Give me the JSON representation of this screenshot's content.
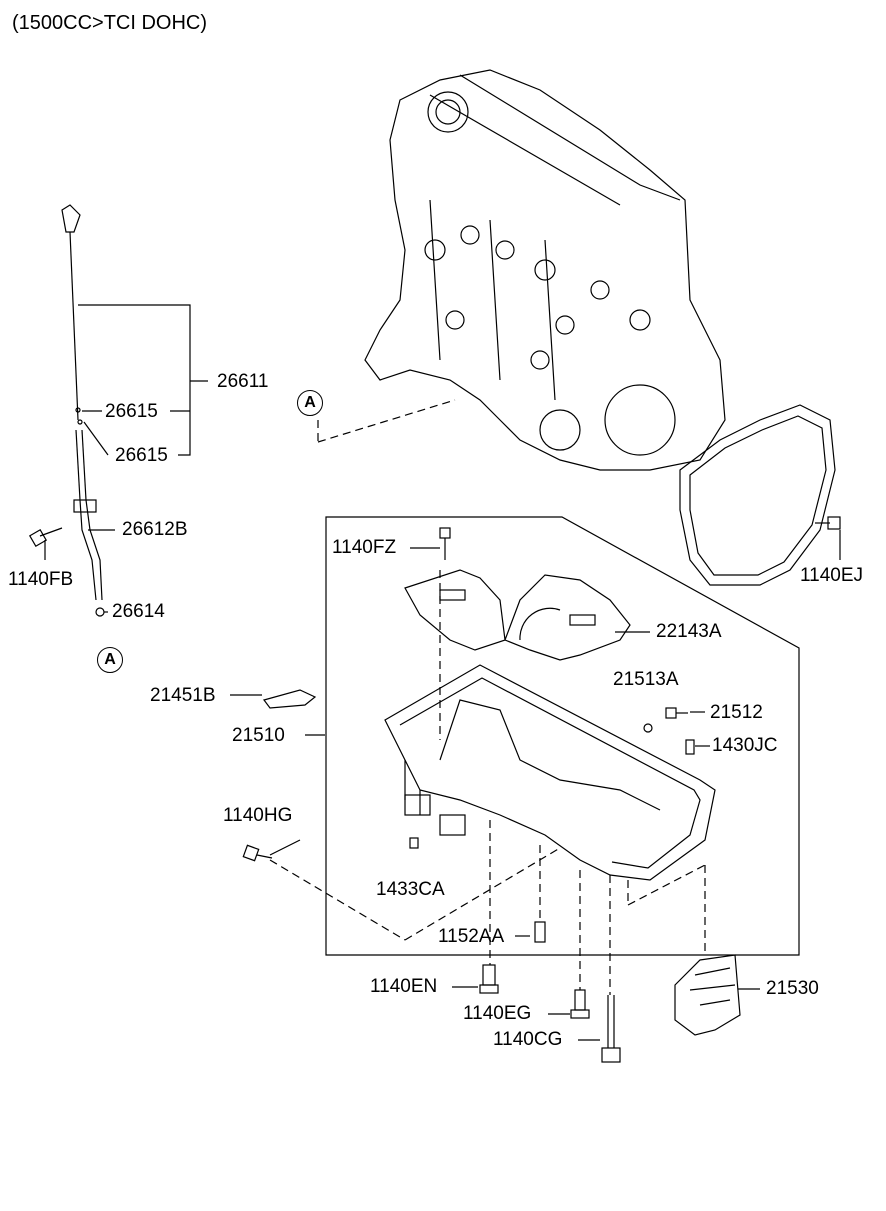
{
  "header": {
    "title": "(1500CC>TCI DOHC)"
  },
  "refs": {
    "a1": "A",
    "a2": "A"
  },
  "parts": [
    {
      "id": "26611",
      "label": "26611"
    },
    {
      "id": "26615a",
      "label": "26615"
    },
    {
      "id": "26615b",
      "label": "26615"
    },
    {
      "id": "26612B",
      "label": "26612B"
    },
    {
      "id": "1140FB",
      "label": "1140FB"
    },
    {
      "id": "26614",
      "label": "26614"
    },
    {
      "id": "21451B",
      "label": "21451B"
    },
    {
      "id": "21510",
      "label": "21510"
    },
    {
      "id": "1140FZ",
      "label": "1140FZ"
    },
    {
      "id": "22143A",
      "label": "22143A"
    },
    {
      "id": "21513A",
      "label": "21513A"
    },
    {
      "id": "21512",
      "label": "21512"
    },
    {
      "id": "1430JC",
      "label": "1430JC"
    },
    {
      "id": "1140HG",
      "label": "1140HG"
    },
    {
      "id": "1433CA",
      "label": "1433CA"
    },
    {
      "id": "1152AA",
      "label": "1152AA"
    },
    {
      "id": "1140EN",
      "label": "1140EN"
    },
    {
      "id": "1140EG",
      "label": "1140EG"
    },
    {
      "id": "1140CG",
      "label": "1140CG"
    },
    {
      "id": "21530",
      "label": "21530"
    },
    {
      "id": "1140EJ",
      "label": "1140EJ"
    }
  ]
}
